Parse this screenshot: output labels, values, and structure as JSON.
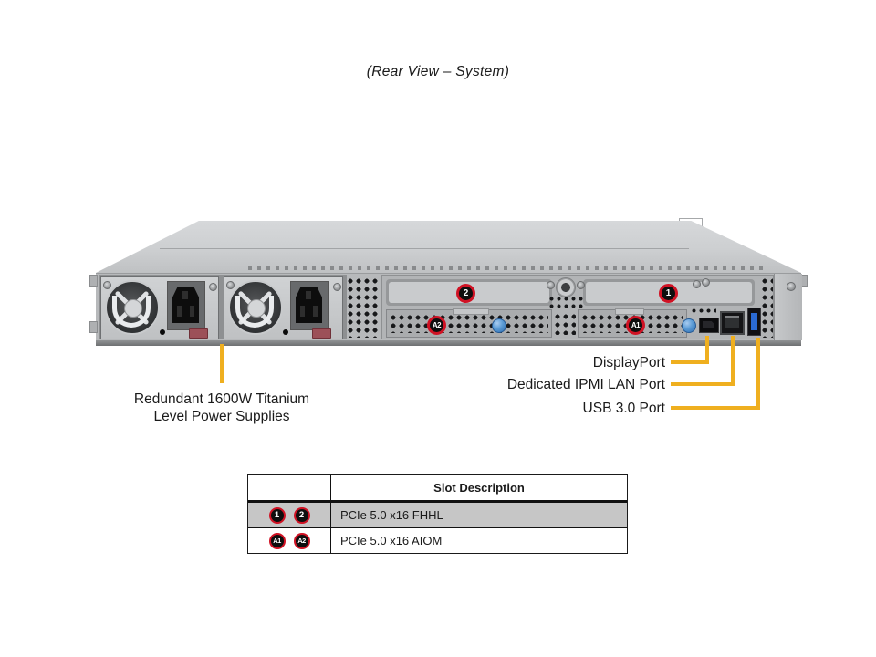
{
  "title": "(Rear View – System)",
  "callouts": {
    "psu_line1": "Redundant 1600W Titanium",
    "psu_line2": "Level Power Supplies",
    "displayport": "DisplayPort",
    "ipmi_lan": "Dedicated IPMI LAN Port",
    "usb": "USB 3.0 Port"
  },
  "slot_badges": {
    "slot1": "1",
    "slot2": "2",
    "aiom1": "A1",
    "aiom2": "A2"
  },
  "table": {
    "header": "Slot Description",
    "rows": [
      {
        "badges": [
          "1",
          "2"
        ],
        "description": "PCIe 5.0 x16 FHHL"
      },
      {
        "badges": [
          "A1",
          "A2"
        ],
        "description": "PCIe 5.0 x16 AIOM"
      }
    ]
  },
  "colors": {
    "callout_line": "#EFAF1F",
    "badge_ring": "#D01224",
    "badge_fill": "#0E0E0E",
    "usb_port_blue": "#2A6AD4",
    "thumbscrew_blue": "#5B9BD5",
    "table_row_shaded": "#C6C6C6"
  }
}
